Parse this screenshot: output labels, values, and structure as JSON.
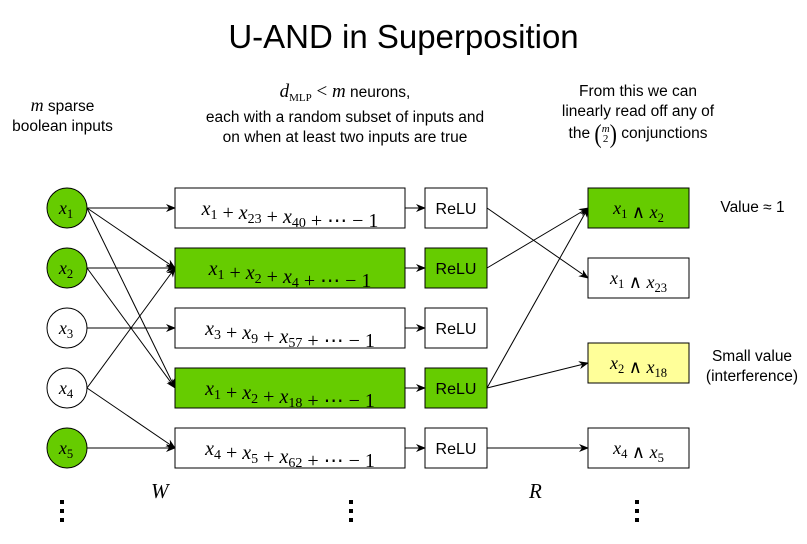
{
  "title": "U-AND in Superposition",
  "headers": {
    "inputs": {
      "var": "m",
      "line1_rest": " sparse",
      "line2": "boolean inputs"
    },
    "neurons": {
      "d_main": "d",
      "d_sub": "MLP",
      "lt": " < ",
      "m": "m",
      "line1_rest": " neurons,",
      "line2": "each with a random subset of inputs and",
      "line3": "on when at least two inputs are true"
    },
    "outputs": {
      "line1": "From this we can",
      "line2": "linearly read off any of",
      "line3_pre": "the ",
      "binom_top": "m",
      "binom_bottom": "2",
      "line3_post": " conjunctions"
    }
  },
  "colors": {
    "active_green": "#66cc00",
    "interference_yellow": "#ffff99",
    "inactive_white": "#ffffff",
    "stroke": "#000000"
  },
  "inputs": [
    {
      "var": "x",
      "sub": "1",
      "active": true
    },
    {
      "var": "x",
      "sub": "2",
      "active": true
    },
    {
      "var": "x",
      "sub": "3",
      "active": false
    },
    {
      "var": "x",
      "sub": "4",
      "active": false
    },
    {
      "var": "x",
      "sub": "5",
      "active": true
    }
  ],
  "neurons": [
    {
      "terms": [
        "1",
        "23",
        "40"
      ],
      "tail": "+ ⋯ − 1",
      "active": false,
      "relu": "ReLU"
    },
    {
      "terms": [
        "1",
        "2",
        "4"
      ],
      "tail": "+ ⋯ − 1",
      "active": true,
      "relu": "ReLU"
    },
    {
      "terms": [
        "3",
        "9",
        "57"
      ],
      "tail": "+ ⋯ − 1",
      "active": false,
      "relu": "ReLU"
    },
    {
      "terms": [
        "1",
        "2",
        "18"
      ],
      "tail": "+ ⋯ − 1",
      "active": true,
      "relu": "ReLU"
    },
    {
      "terms": [
        "4",
        "5",
        "62"
      ],
      "tail": "+ ⋯ − 1",
      "active": false,
      "relu": "ReLU"
    }
  ],
  "outputs": [
    {
      "a": "1",
      "b": "2",
      "state": "active"
    },
    {
      "a": "1",
      "b": "23",
      "state": "inactive"
    },
    {
      "a": "2",
      "b": "18",
      "state": "interference"
    },
    {
      "a": "4",
      "b": "5",
      "state": "inactive"
    }
  ],
  "edges_W": [
    {
      "from": 0,
      "to": 0
    },
    {
      "from": 0,
      "to": 1
    },
    {
      "from": 0,
      "to": 3
    },
    {
      "from": 1,
      "to": 1
    },
    {
      "from": 1,
      "to": 3
    },
    {
      "from": 2,
      "to": 2
    },
    {
      "from": 3,
      "to": 1
    },
    {
      "from": 3,
      "to": 4
    },
    {
      "from": 4,
      "to": 4
    }
  ],
  "edges_R": [
    {
      "from": 0,
      "to": 1
    },
    {
      "from": 1,
      "to": 0
    },
    {
      "from": 3,
      "to": 0
    },
    {
      "from": 3,
      "to": 2
    },
    {
      "from": 4,
      "to": 3
    }
  ],
  "annotations": {
    "value_high": "Value ≈ 1",
    "value_small_line1": "Small value",
    "value_small_line2": "(interference)",
    "W": "W",
    "R": "R"
  }
}
